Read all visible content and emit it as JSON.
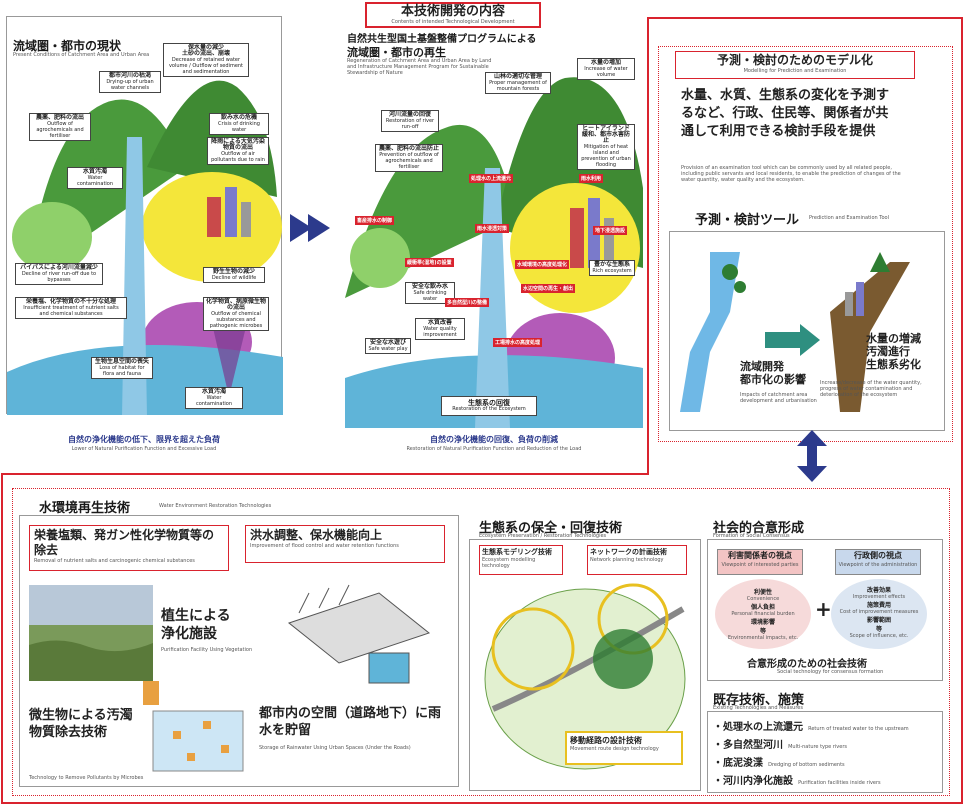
{
  "left_panel": {
    "title": "流域圏・都市の現状",
    "title_en": "Present Conditions of Catchment Area and Urban Area",
    "labels": [
      {
        "jp": "保水量の減少",
        "jp2": "土砂の流出、崩壊",
        "en": "Decrease of retained water volume / Outflow of sediment and sedimentation"
      },
      {
        "jp": "都市河川の枯渇",
        "en": "Drying-up of urban water channels"
      },
      {
        "jp": "農薬、肥料の流出",
        "en": "Outflow of agrochemicals and fertiliser"
      },
      {
        "jp": "飲み水の危機",
        "en": "Crisis of drinking water"
      },
      {
        "jp": "降雨による大気汚染物質の流出",
        "en": "Outflow of air pollutants due to rain"
      },
      {
        "jp": "水質汚濁",
        "en": "Water contamination"
      },
      {
        "jp": "バイパスによる河川流量減少",
        "en": "Decline of river run-off due to bypasses"
      },
      {
        "jp": "野生生物の減少",
        "en": "Decline of wildlife"
      },
      {
        "jp": "栄養塩、化学物質の不十分な処理",
        "en": "Insufficient treatment of nutrient salts and chemical substances"
      },
      {
        "jp": "化学物質、病原微生物の流出",
        "en": "Outflow of chemical substances and pathogenic microbes"
      },
      {
        "jp": "生物生息空間の喪失",
        "en": "Loss of habitat for flora and fauna"
      },
      {
        "jp": "水質汚濁",
        "en": "Water contamination"
      }
    ],
    "caption": "自然の浄化機能の低下、限界を超えた負荷",
    "caption_en": "Lower of Natural Purification Function and Excessive Load"
  },
  "center_panel": {
    "header": "本技術開発の内容",
    "header_en": "Contents of intended Technological Development",
    "title1": "自然共生型国土基盤整備プログラムによる",
    "title2": "流域圏・都市の再生",
    "title_en": "Regeneration of Catchment Area and Urban Area by Land and Infrastructure Management Program for Sustainable Stewardship of Nature",
    "labels": [
      {
        "jp": "山林の適切な管理",
        "en": "Proper management of mountain forests"
      },
      {
        "jp": "水量の増加",
        "en": "Increase of water volume"
      },
      {
        "jp": "河川流量の回復",
        "en": "Restoration of river run-off"
      },
      {
        "jp": "ヒートアイランド緩和、都市水害防止",
        "en": "Mitigation of heat island and prevention of urban flooding"
      },
      {
        "jp": "農薬、肥料の流出防止",
        "en": "Prevention of outflow of agrochemicals and fertiliser"
      },
      {
        "jp": "安全な飲み水",
        "en": "Safe drinking water"
      },
      {
        "jp": "水質改善",
        "en": "Water quality improvement"
      },
      {
        "jp": "安全な水遊び",
        "en": "Safe water play"
      },
      {
        "jp": "豊かな生態系",
        "en": "Rich ecosystem"
      },
      {
        "jp": "生態系の回復",
        "en": "Restoration of the Ecosystem"
      }
    ],
    "red_labels": [
      "処理水の上流還元",
      "雨水利用",
      "畜産排水の制御",
      "雨水浸透対策",
      "地下浸透施設",
      "緩衝帯(湿地)の設置",
      "水域環境の高度処理化",
      "多自然型川の整備",
      "水辺空間の再生・創出",
      "工場排水の高度処理"
    ],
    "caption": "自然の浄化機能の回復、負荷の削減",
    "caption_en": "Restoration of Natural Purification Function and Reduction of the Load"
  },
  "right_top": {
    "header": "予測・検討のためのモデル化",
    "header_en": "Modelling for Prediction and Examination",
    "body": "水量、水質、生態系の変化を予測するなど、行政、住民等、関係者が共通して利用できる検討手段を提供",
    "body_en": "Provision of an examination tool which can be commonly used by all related people, including public servants and local residents, to enable the prediction of changes of the water quantity, water quality and the ecosystem.",
    "tool_title": "予測・検討ツール",
    "tool_title_en": "Prediction and Examination Tool",
    "impact_jp": "流域開発\n都市化の影響",
    "impact_en": "Impacts of catchment area development and urbanisation",
    "result_jp": "水量の増減\n汚濁進行\n生態系劣化",
    "result_en": "Increase/decrease of the water quantity, progress of water contamination and deterioration of the ecosystem"
  },
  "bottom": {
    "water_title": "水環境再生技術",
    "water_title_en": "Water Environment Restoration Technologies",
    "box1": "栄養塩類、発ガン性化学物質等の除去",
    "box1_en": "Removal of nutrient salts and carcinogenic chemical substances",
    "box2": "洪水調整、保水機能向上",
    "box2_en": "Improvement of flood control and water retention functions",
    "veg": "植生による浄化施設",
    "veg_en": "Purification Facility Using Vegetation",
    "micro": "微生物による汚濁物質除去技術",
    "micro_en": "Technology to Remove Pollutants by Microbes",
    "rain": "都市内の空間（道路地下）に雨水を貯留",
    "rain_en": "Storage of Rainwater Using Urban Spaces (Under the Roads)",
    "eco_title": "生態系の保全・回復技術",
    "eco_title_en": "Ecosystem Preservation / Restoration Technologies",
    "eco_model": "生態系モデリング技術",
    "eco_model_en": "Ecosystem modelling technology",
    "network": "ネットワークの計画技術",
    "network_en": "Network planning technology",
    "route": "移動経路の設計技術",
    "route_en": "Movement route design technology",
    "social_title": "社会的合意形成",
    "social_title_en": "Formation of Social Consensus",
    "stake": "利害関係者の視点",
    "stake_en": "Viewpoint of interested parties",
    "admin": "行政側の視点",
    "admin_en": "Viewpoint of the administration",
    "stake_items": [
      "利便性",
      "Convenience",
      "個人負担",
      "Personal financial burden",
      "環境影響",
      "等",
      "Environmental impacts, etc."
    ],
    "admin_items": [
      "改善効果",
      "Improvement effects",
      "施策費用",
      "Cost of improvement measures",
      "影響範囲",
      "等",
      "Scope of influence, etc."
    ],
    "plus": "+",
    "consensus": "合意形成のための社会技術",
    "consensus_en": "Social technology for consensus formation",
    "existing_title": "既存技術、施策",
    "existing_title_en": "Existing Technologies and Measures",
    "existing": [
      {
        "jp": "・処理水の上流還元",
        "en": "Return of treated water to the upstream"
      },
      {
        "jp": "・多自然型河川",
        "en": "Multi-nature type rivers"
      },
      {
        "jp": "・底泥浚渫",
        "en": "Dredging of bottom sediments"
      },
      {
        "jp": "・河川内浄化施設",
        "en": "Purification facilities inside rivers"
      }
    ]
  },
  "colors": {
    "red": "#d9232e",
    "navy": "#2c3a8c",
    "green_mtn": "#4a9a3c",
    "yellow": "#f4e63a",
    "purple": "#b35bb8",
    "water": "#5fb4d8"
  }
}
